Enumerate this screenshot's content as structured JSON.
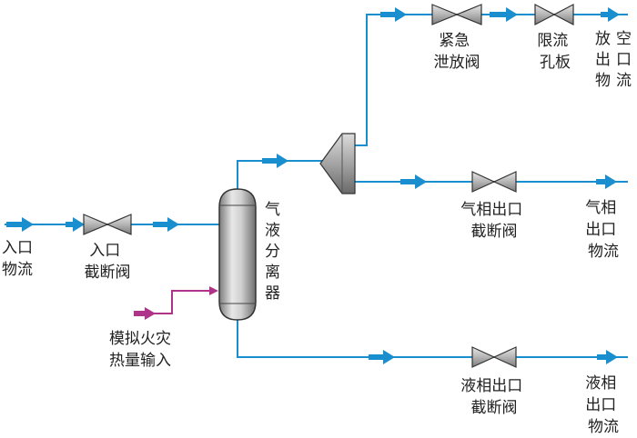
{
  "colors": {
    "stream": "#1a8fd0",
    "heat": "#b0338a",
    "valve_fill": "#a8a8a8",
    "vessel_light": "#e6e6e6",
    "vessel_dark": "#8a8a8a",
    "text": "#222222"
  },
  "labels": {
    "inlet_stream": [
      "入口",
      "物流"
    ],
    "inlet_valve": [
      "入口",
      "截断阀"
    ],
    "separator": [
      "气",
      "液",
      "分",
      "离",
      "器"
    ],
    "heat_input": [
      "模拟火灾",
      "热量输入"
    ],
    "emergency_valve": [
      "紧急",
      "泄放阀"
    ],
    "orifice": [
      "限流",
      "孔板"
    ],
    "vent_stream": [
      "放",
      "出",
      "物"
    ],
    "vent_stream_col2": [
      "空",
      "口",
      "流"
    ],
    "gas_valve": [
      "气相出口",
      "截断阀"
    ],
    "gas_stream": [
      "气相",
      "出口",
      "物流"
    ],
    "liquid_valve": [
      "液相出口",
      "截断阀"
    ],
    "liquid_stream": [
      "液相",
      "出口",
      "物流"
    ]
  },
  "icons": {
    "valve": "gate-valve-icon",
    "orifice": "restriction-orifice-icon",
    "separator": "vertical-vessel-icon",
    "splitter": "tee-splitter-icon"
  }
}
